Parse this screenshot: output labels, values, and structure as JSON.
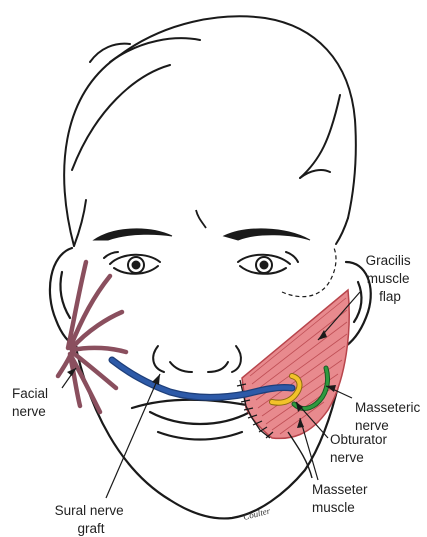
{
  "labels": {
    "gracilis": [
      "Gracilis",
      "muscle",
      "flap"
    ],
    "facial_nerve": [
      "Facial",
      "nerve"
    ],
    "masseteric_nerve": [
      "Masseteric",
      "nerve"
    ],
    "obturator_nerve": [
      "Obturator",
      "nerve"
    ],
    "masseter_muscle": [
      "Masseter",
      "muscle"
    ],
    "sural_graft": [
      "Sural nerve",
      "graft"
    ]
  },
  "signature": "Coulter",
  "colors": {
    "outline": "#1a1a1a",
    "facial_nerve": "#8a4f5e",
    "sural_graft": "#2d5aa8",
    "gracilis_fill": "#e88a8e",
    "gracilis_stroke": "#b8454c",
    "obturator": "#f2c22a",
    "masseteric": "#2f9a3f"
  }
}
